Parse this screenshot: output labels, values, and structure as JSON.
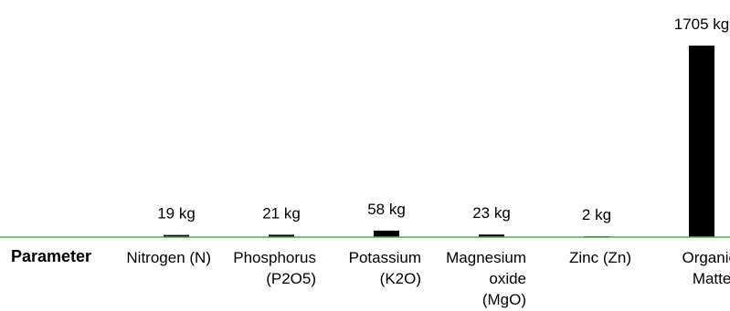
{
  "legend_label": "Parameter",
  "colors": {
    "bar": "#000000",
    "axis": "#4caf50"
  },
  "chart_data": {
    "type": "bar",
    "categories": [
      [
        "Nitrogen (N)"
      ],
      [
        "Phosphorus",
        "(P2O5)"
      ],
      [
        "Potassium",
        "(K2O)"
      ],
      [
        "Magnesium",
        "oxide",
        "(MgO)"
      ],
      [
        "Zinc (Zn)"
      ],
      [
        "Organic",
        "Matter"
      ]
    ],
    "values": [
      19,
      21,
      58,
      23,
      2,
      1705
    ],
    "data_labels": [
      "19 kg",
      "21 kg",
      "58 kg",
      "23 kg",
      "2 kg",
      "1705 kg"
    ],
    "ylim": [
      0,
      1705
    ],
    "grid": false
  }
}
